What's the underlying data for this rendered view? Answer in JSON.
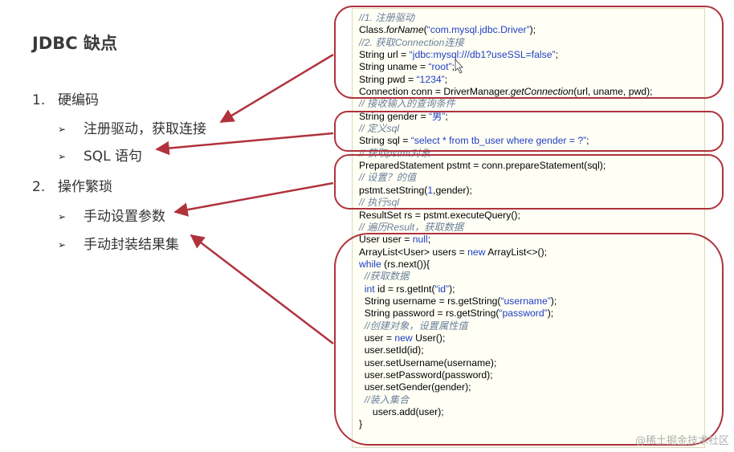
{
  "slide": {
    "title": "JDBC 缺点",
    "items": [
      {
        "num": "1.",
        "label": "硬编码"
      },
      {
        "num": "2.",
        "label": "操作繁琐"
      }
    ],
    "subitems": [
      {
        "bullet": "➢",
        "label": "注册驱动，获取连接"
      },
      {
        "bullet": "➢",
        "label": "SQL 语句"
      },
      {
        "bullet": "➢",
        "label": "手动设置参数"
      },
      {
        "bullet": "➢",
        "label": "手动封装结果集"
      }
    ]
  },
  "code": {
    "lines": [
      "//1. 注册驱动",
      "Class.forName(“com.mysql.jdbc.Driver”);",
      "//2. 获取Connection连接",
      "String url = “jdbc:mysql:///db1?useSSL=false”;",
      "String uname = “root”;",
      "String pwd = “1234”;",
      "Connection conn = DriverManager.getConnection(url, uname, pwd);",
      "// 接收输入的查询条件",
      "String gender = “男”;",
      "// 定义sql",
      "String sql = “select * from tb_user where gender = ?”;",
      "// 获取pstmt对象",
      "PreparedStatement pstmt = conn.prepareStatement(sql);",
      "// 设置？的值",
      "pstmt.setString(1,gender);",
      "// 执行sql",
      "ResultSet rs = pstmt.executeQuery();",
      "// 遍历Result，获取数据",
      "User user = null;",
      "ArrayList<User> users = new ArrayList<>();",
      "while (rs.next()){",
      "  //获取数据",
      "  int id = rs.getInt(“id”);",
      "  String username = rs.getString(“username”);",
      "  String password = rs.getString(“password”);",
      "  //创建对象，设置属性值",
      "  user = new User();",
      "  user.setId(id);",
      "  user.setUsername(username);",
      "  user.setPassword(password);",
      "  user.setGender(gender);",
      "  //装入集合",
      "     users.add(user);",
      "}"
    ]
  },
  "watermark": "@稀土掘金技术社区",
  "colors": {
    "highlight": "#b0323c",
    "arrow": "#b0323c",
    "code_bg": "#fffff5",
    "string": "#1f3dc4",
    "comment": "#6a7f9a"
  }
}
